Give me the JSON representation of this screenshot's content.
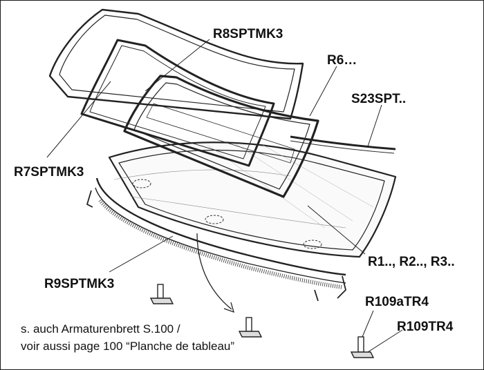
{
  "labels": {
    "r8": "R8SPTMK3",
    "r6": "R6…",
    "s23": "S23SPT..",
    "r7": "R7SPTMK3",
    "r1": "R1.., R2.., R3..",
    "r9": "R9SPTMK3",
    "r109a": "R109aTR4",
    "r109": "R109TR4"
  },
  "note": {
    "line1": "s. auch Armaturenbrett S.100 /",
    "line2": "voir aussi page 100 “Planche de tableau”"
  }
}
